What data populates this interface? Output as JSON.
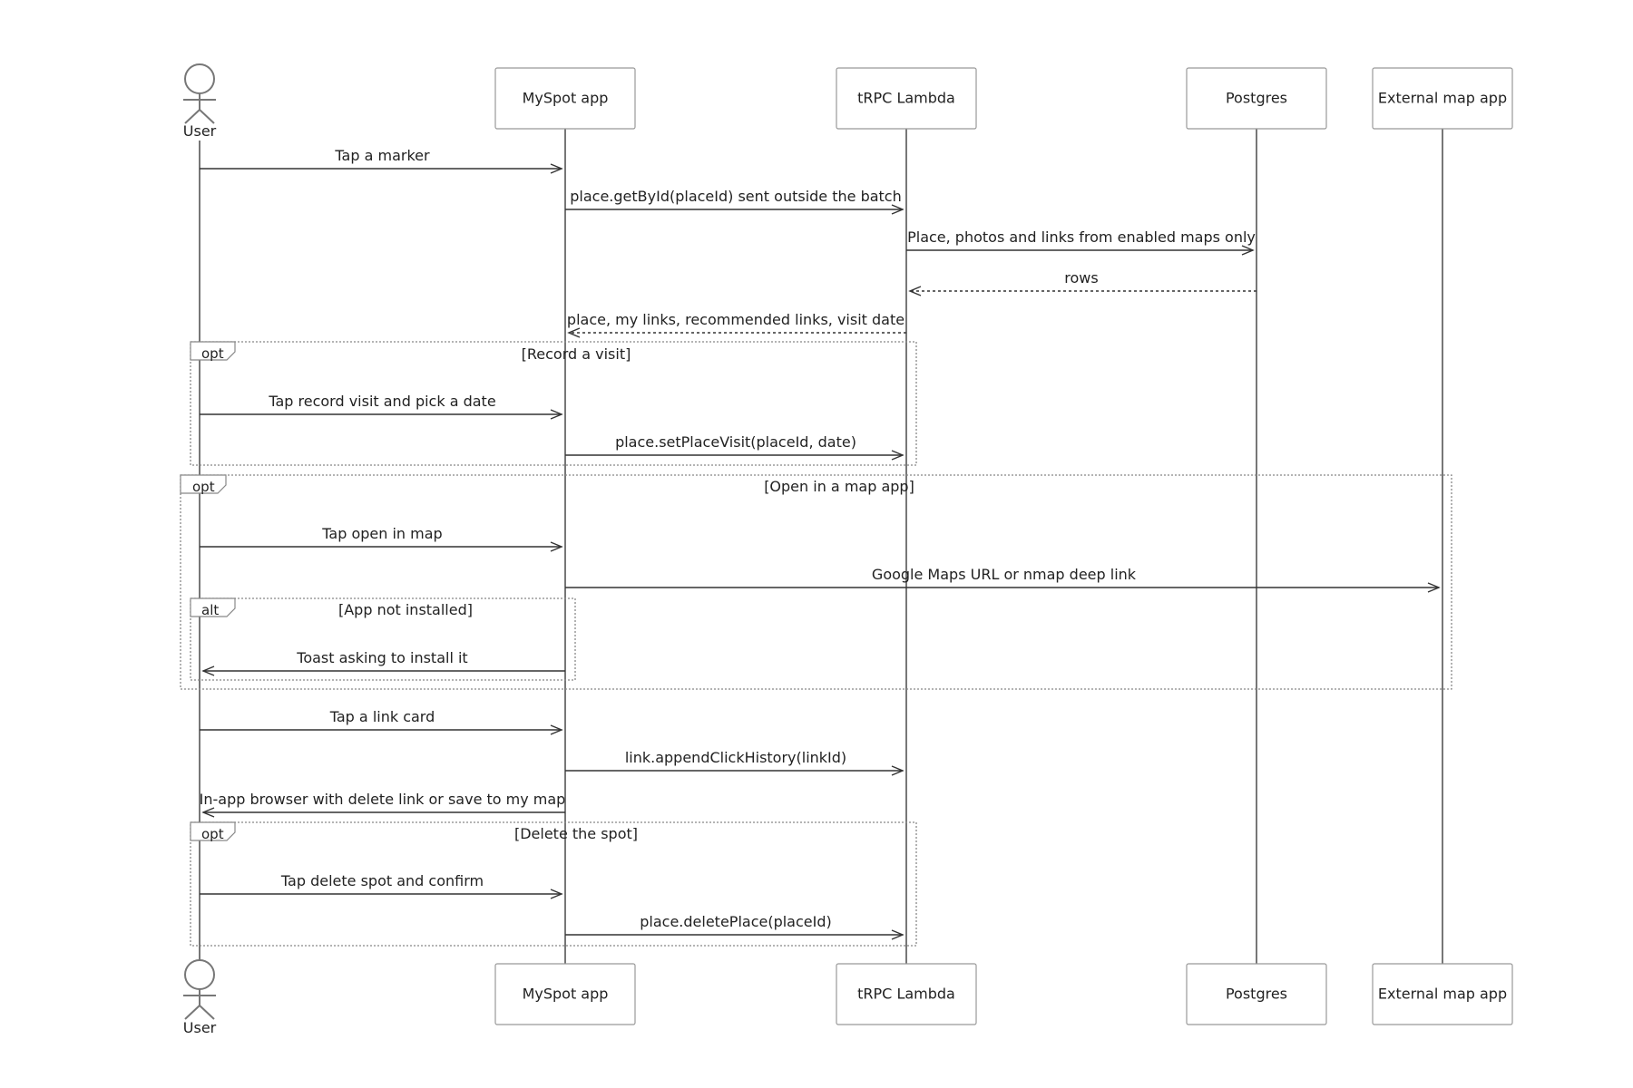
{
  "participants": {
    "user": {
      "label": "User"
    },
    "app": {
      "label": "MySpot app"
    },
    "lambda": {
      "label": "tRPC Lambda"
    },
    "pg": {
      "label": "Postgres"
    },
    "map": {
      "label": "External map app"
    }
  },
  "messages": [
    {
      "text": "Tap a marker",
      "from": "user",
      "to": "app",
      "style": "solid"
    },
    {
      "text": "place.getById(placeId) sent outside the batch",
      "from": "app",
      "to": "lambda",
      "style": "solid"
    },
    {
      "text": "Place, photos and links from enabled maps only",
      "from": "lambda",
      "to": "pg",
      "style": "solid"
    },
    {
      "text": "rows",
      "from": "pg",
      "to": "lambda",
      "style": "dashed"
    },
    {
      "text": "place, my links, recommended links, visit date",
      "from": "lambda",
      "to": "app",
      "style": "dashed"
    },
    {
      "text": "Tap record visit and pick a date",
      "from": "user",
      "to": "app",
      "style": "solid"
    },
    {
      "text": "place.setPlaceVisit(placeId, date)",
      "from": "app",
      "to": "lambda",
      "style": "solid"
    },
    {
      "text": "Tap open in map",
      "from": "user",
      "to": "app",
      "style": "solid"
    },
    {
      "text": "Google Maps URL or nmap deep link",
      "from": "app",
      "to": "map",
      "style": "solid"
    },
    {
      "text": "Toast asking to install it",
      "from": "app",
      "to": "user",
      "style": "solid"
    },
    {
      "text": "Tap a link card",
      "from": "user",
      "to": "app",
      "style": "solid"
    },
    {
      "text": "link.appendClickHistory(linkId)",
      "from": "app",
      "to": "lambda",
      "style": "solid"
    },
    {
      "text": "In-app browser with delete link or save to my map",
      "from": "app",
      "to": "user",
      "style": "solid"
    },
    {
      "text": "Tap delete spot and confirm",
      "from": "user",
      "to": "app",
      "style": "solid"
    },
    {
      "text": "place.deletePlace(placeId)",
      "from": "app",
      "to": "lambda",
      "style": "solid"
    }
  ],
  "frames": [
    {
      "kind": "opt",
      "condition": "[Record a visit]"
    },
    {
      "kind": "opt",
      "condition": "[Open in a map app]"
    },
    {
      "kind": "alt",
      "condition": "[App not installed]"
    },
    {
      "kind": "opt",
      "condition": "[Delete the spot]"
    }
  ]
}
